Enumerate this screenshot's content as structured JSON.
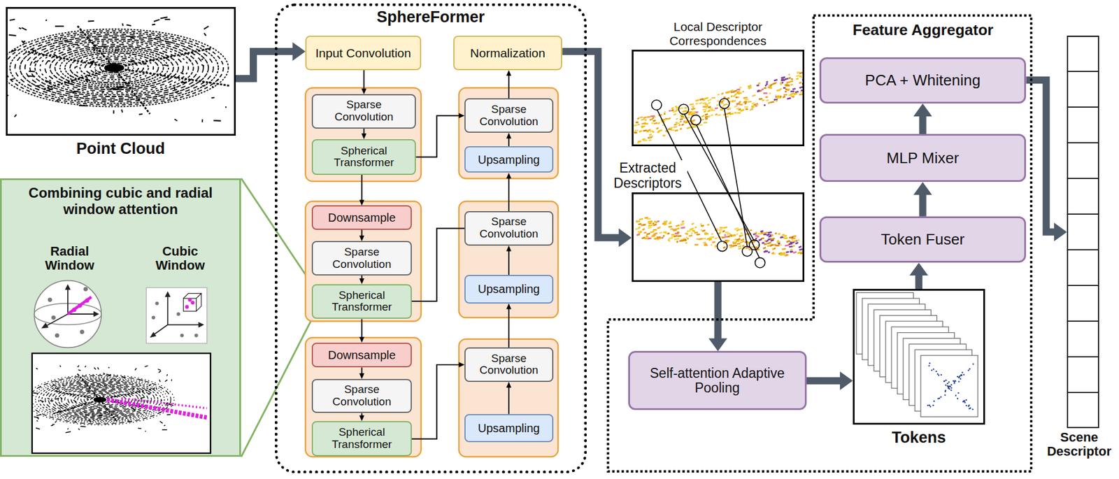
{
  "diagram": {
    "nodes": [
      {
        "text": [
          "Point Cloud"
        ]
      },
      {
        "text": [
          "Combining cubic and radial window attention",
          "Radial Window",
          "Cubic Window"
        ]
      },
      {
        "text": [
          "SphereFormer"
        ]
      },
      {
        "text": [
          "Input Convolution"
        ],
        "in": 2
      },
      {
        "text": [
          "Sparse Convolution"
        ],
        "in": 2
      },
      {
        "text": [
          "Spherical Transformer"
        ],
        "in": 2
      },
      {
        "text": [
          "Downsample"
        ],
        "in": 2
      },
      {
        "text": [
          "Sparse Convolution"
        ],
        "in": 2
      },
      {
        "text": [
          "Spherical Transformer"
        ],
        "in": 2
      },
      {
        "text": [
          "Downsample"
        ],
        "in": 2
      },
      {
        "text": [
          "Sparse Convolution"
        ],
        "in": 2
      },
      {
        "text": [
          "Spherical Transformer"
        ],
        "in": 2
      },
      {
        "text": [
          "Normalization"
        ],
        "in": 2
      },
      {
        "text": [
          "Sparse Convolution"
        ],
        "in": 2
      },
      {
        "text": [
          "Upsampling"
        ],
        "in": 2
      },
      {
        "text": [
          "Sparse Convolution"
        ],
        "in": 2
      },
      {
        "text": [
          "Upsampling"
        ],
        "in": 2
      },
      {
        "text": [
          "Sparse Convolution"
        ],
        "in": 2
      },
      {
        "text": [
          "Upsampling"
        ],
        "in": 2
      },
      {
        "text": [
          "Local Descriptor Correspondences"
        ]
      },
      {
        "text": [
          "Extracted Descriptors"
        ]
      },
      {
        "text": [
          "Feature Aggregator"
        ]
      },
      {
        "text": [
          "PCA + Whitening"
        ],
        "in": 21
      },
      {
        "text": [
          "MLP Mixer"
        ],
        "in": 21
      },
      {
        "text": [
          "Token Fuser"
        ],
        "in": 21
      },
      {
        "text": [
          "Self-attention Adaptive Pooling"
        ],
        "in": 21
      },
      {
        "text": [
          "Tokens"
        ],
        "in": 21
      },
      {
        "text": [
          "Scene Descriptor"
        ]
      }
    ],
    "edges": [
      {
        "from": 0,
        "to": 3,
        "arrow": "to"
      },
      {
        "from": 3,
        "to": 4,
        "arrow": "to"
      },
      {
        "from": 4,
        "to": 5,
        "arrow": "to"
      },
      {
        "from": 5,
        "to": 6,
        "arrow": "to"
      },
      {
        "from": 6,
        "to": 7,
        "arrow": "to"
      },
      {
        "from": 7,
        "to": 8,
        "arrow": "to"
      },
      {
        "from": 8,
        "to": 9,
        "arrow": "to"
      },
      {
        "from": 9,
        "to": 10,
        "arrow": "to"
      },
      {
        "from": 10,
        "to": 11,
        "arrow": "to"
      },
      {
        "from": 5,
        "to": 13,
        "arrow": "to"
      },
      {
        "from": 8,
        "to": 15,
        "arrow": "none"
      },
      {
        "from": 11,
        "to": 17,
        "arrow": "to"
      },
      {
        "from": 18,
        "to": 17,
        "arrow": "to"
      },
      {
        "from": 17,
        "to": 16,
        "arrow": "to"
      },
      {
        "from": 16,
        "to": 15,
        "arrow": "to"
      },
      {
        "from": 15,
        "to": 14,
        "arrow": "to"
      },
      {
        "from": 14,
        "to": 13,
        "arrow": "to"
      },
      {
        "from": 13,
        "to": 12,
        "arrow": "to"
      },
      {
        "from": 12,
        "to": 20,
        "arrow": "to"
      },
      {
        "from": 20,
        "to": 25,
        "arrow": "to"
      },
      {
        "from": 25,
        "to": 26,
        "arrow": "to"
      },
      {
        "from": 26,
        "to": 24,
        "arrow": "to"
      },
      {
        "from": 24,
        "to": 23,
        "arrow": "to"
      },
      {
        "from": 23,
        "to": 22,
        "arrow": "to"
      },
      {
        "from": 22,
        "to": 27,
        "arrow": "to"
      }
    ]
  }
}
